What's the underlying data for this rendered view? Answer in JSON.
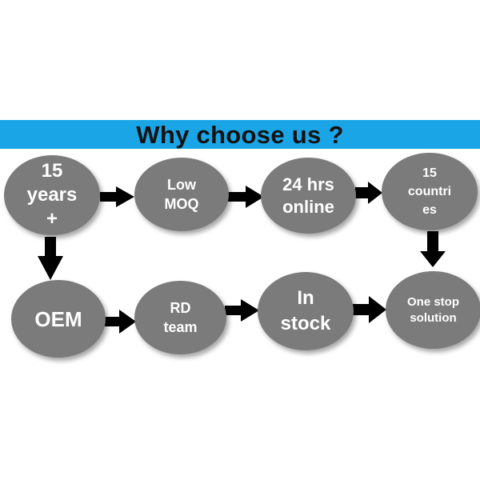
{
  "title": "Why choose us ?",
  "nodes": [
    {
      "id": "n1",
      "label": "15\nyears\n+"
    },
    {
      "id": "n2",
      "label": "Low\nMOQ"
    },
    {
      "id": "n3",
      "label": "24 hrs\nonline"
    },
    {
      "id": "n4",
      "label": "15\ncountri\nes"
    },
    {
      "id": "n5",
      "label": "OEM"
    },
    {
      "id": "n6",
      "label": "RD\nteam"
    },
    {
      "id": "n7",
      "label": "In\nstock"
    },
    {
      "id": "n8",
      "label": "One stop\nsolution"
    }
  ],
  "colors": {
    "banner": "#1aa6e6",
    "node": "#7b7b7b",
    "arrow": "#000000"
  }
}
